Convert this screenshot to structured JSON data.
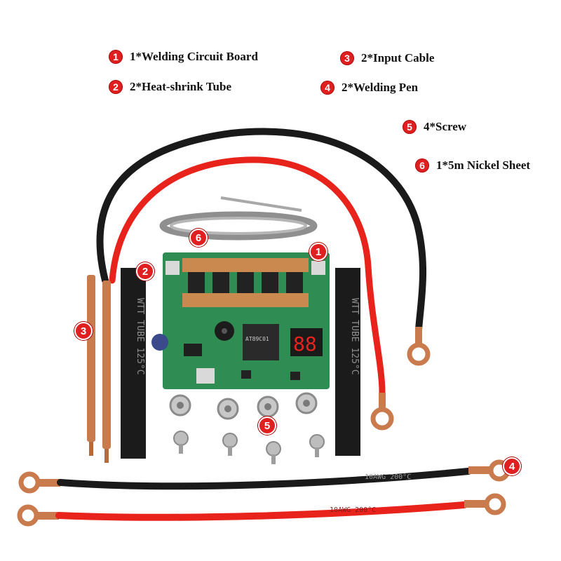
{
  "legend": [
    {
      "num": "1",
      "text": "1*Welding Circuit Board"
    },
    {
      "num": "2",
      "text": "2*Heat-shrink Tube"
    },
    {
      "num": "3",
      "text": "2*Input Cable"
    },
    {
      "num": "4",
      "text": "2*Welding Pen"
    },
    {
      "num": "5",
      "text": "4*Screw"
    },
    {
      "num": "6",
      "text": "1*5m Nickel Sheet"
    }
  ],
  "callouts": {
    "c1": "1",
    "c2": "2",
    "c3": "3",
    "c4": "4",
    "c5": "5",
    "c6": "6"
  },
  "printed": {
    "cable_rating": "10AWG 200°C",
    "tube_text": "WTT TUBE 125°C",
    "chip_text": "AT89C01",
    "display_digits": "88"
  },
  "colors": {
    "badge_red": "#e02020",
    "cable_black": "#1a1a1a",
    "cable_red": "#e8231c",
    "pcb_green": "#2f8d54",
    "copper": "#c97b4d",
    "nickel": "#9a9a9a"
  }
}
